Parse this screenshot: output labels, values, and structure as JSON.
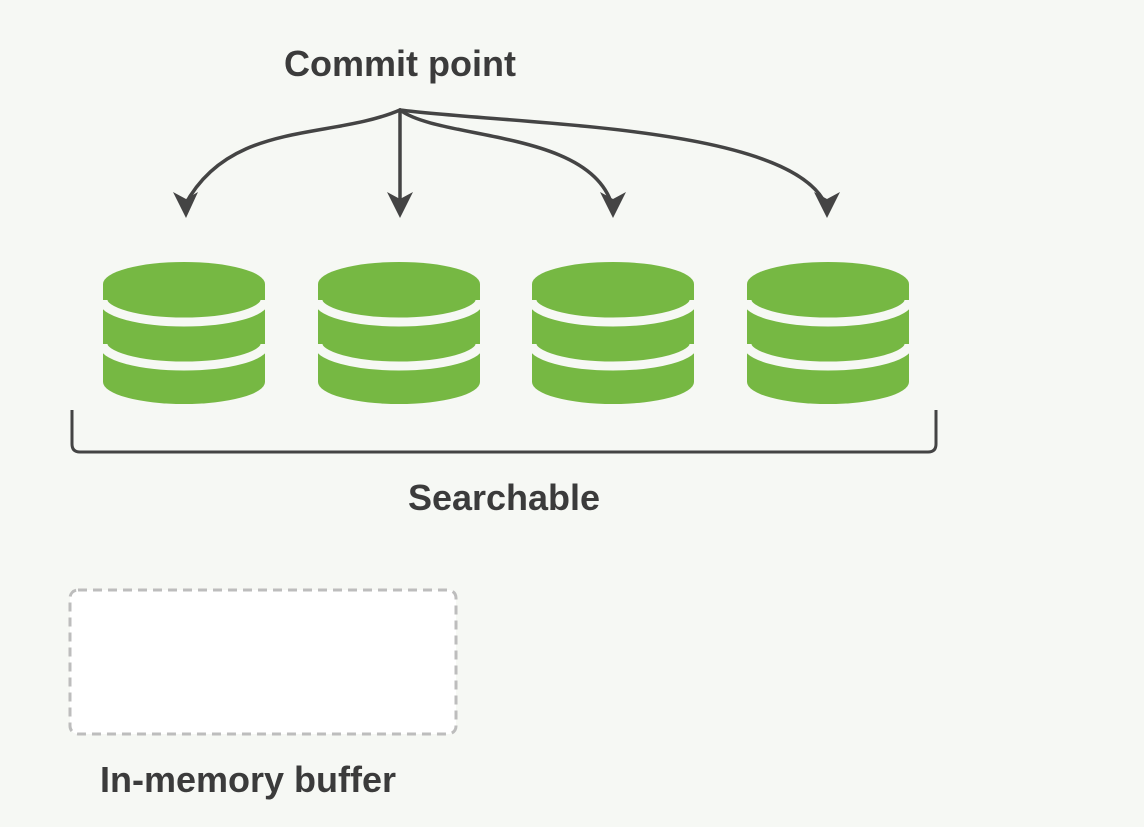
{
  "labels": {
    "commit_point": "Commit point",
    "searchable": "Searchable",
    "buffer": "In-memory buffer"
  },
  "colors": {
    "background": "#f6f8f4",
    "segment_green": "#76b843",
    "text": "#3b3b3b",
    "arrow": "#444444",
    "buffer_border": "#bdbdbd",
    "buffer_fill": "#ffffff"
  },
  "segments": [
    {
      "icon": "database-icon"
    },
    {
      "icon": "database-icon"
    },
    {
      "icon": "database-icon"
    },
    {
      "icon": "database-icon"
    }
  ]
}
